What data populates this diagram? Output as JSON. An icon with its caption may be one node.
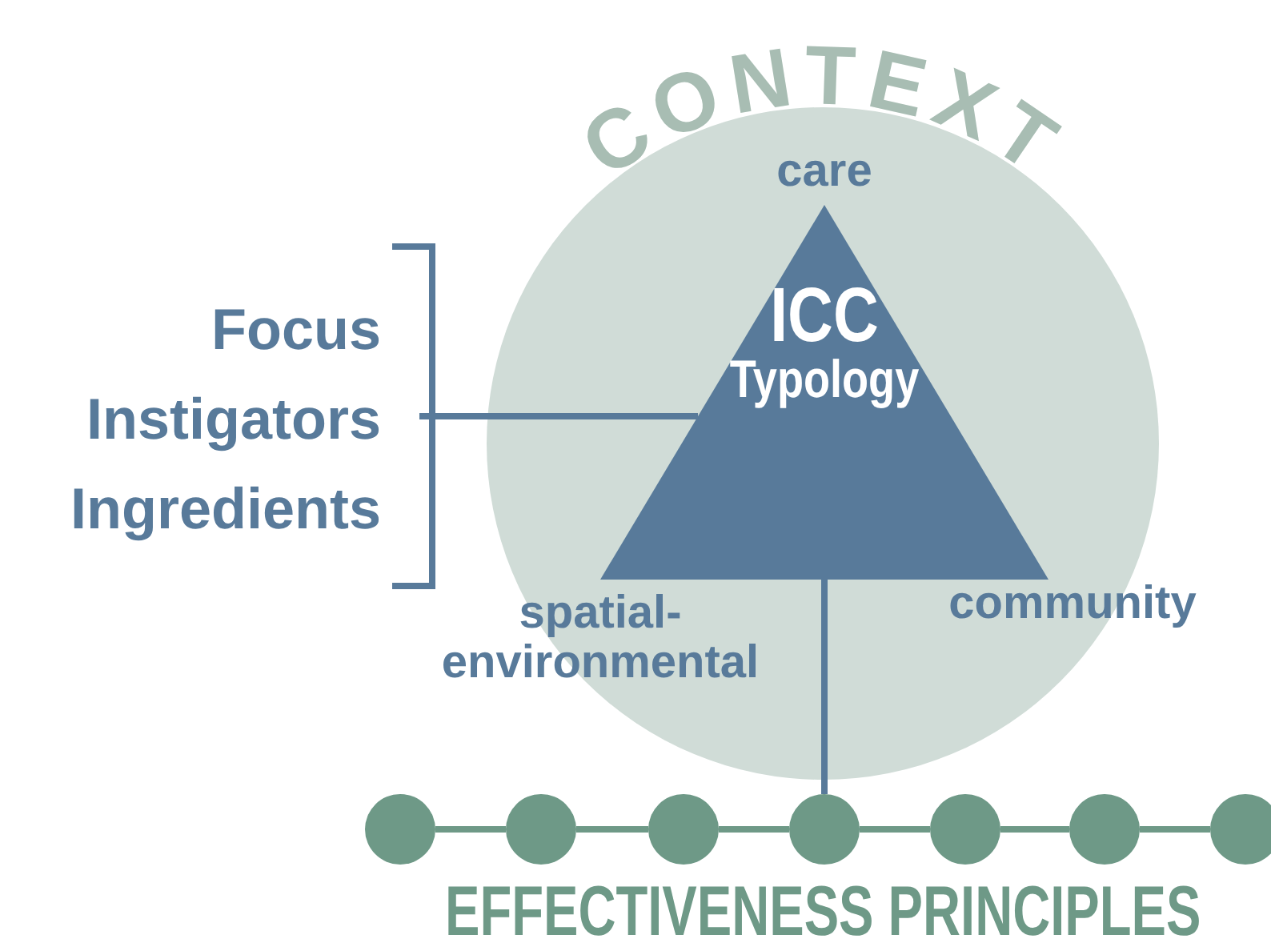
{
  "diagram": {
    "nodes": [
      {
        "text": [
          "CONTEXT"
        ]
      },
      {
        "text": [
          "ICC",
          "Typology"
        ],
        "in": 0,
        "beside": [
          "care",
          "spatial- environmental",
          "community"
        ]
      },
      {
        "text": [
          "Focus",
          "Instigators",
          "Ingredients"
        ]
      },
      {
        "text": [],
        "shape": "circle"
      },
      {
        "text": [],
        "shape": "circle"
      },
      {
        "text": [],
        "shape": "circle"
      },
      {
        "text": [],
        "shape": "circle"
      },
      {
        "text": [],
        "shape": "circle"
      },
      {
        "text": [],
        "shape": "circle"
      },
      {
        "text": [],
        "shape": "circle"
      }
    ],
    "edges": [
      {
        "from": 2,
        "to": 1,
        "arrow": "none"
      },
      {
        "from": 1,
        "to": 6,
        "arrow": "none"
      },
      {
        "from": 3,
        "to": 4,
        "arrow": "none",
        "color": "#6e9987"
      },
      {
        "from": 4,
        "to": 5,
        "arrow": "none",
        "color": "#6e9987"
      },
      {
        "from": 5,
        "to": 6,
        "arrow": "none",
        "color": "#6e9987"
      },
      {
        "from": 6,
        "to": 7,
        "arrow": "none",
        "color": "#6e9987"
      },
      {
        "from": 7,
        "to": 8,
        "arrow": "none",
        "color": "#6e9987"
      },
      {
        "from": 8,
        "to": 9,
        "arrow": "none",
        "color": "#6e9987"
      }
    ],
    "labels": [
      "EFFECTIVENESS PRINCIPLES"
    ]
  }
}
